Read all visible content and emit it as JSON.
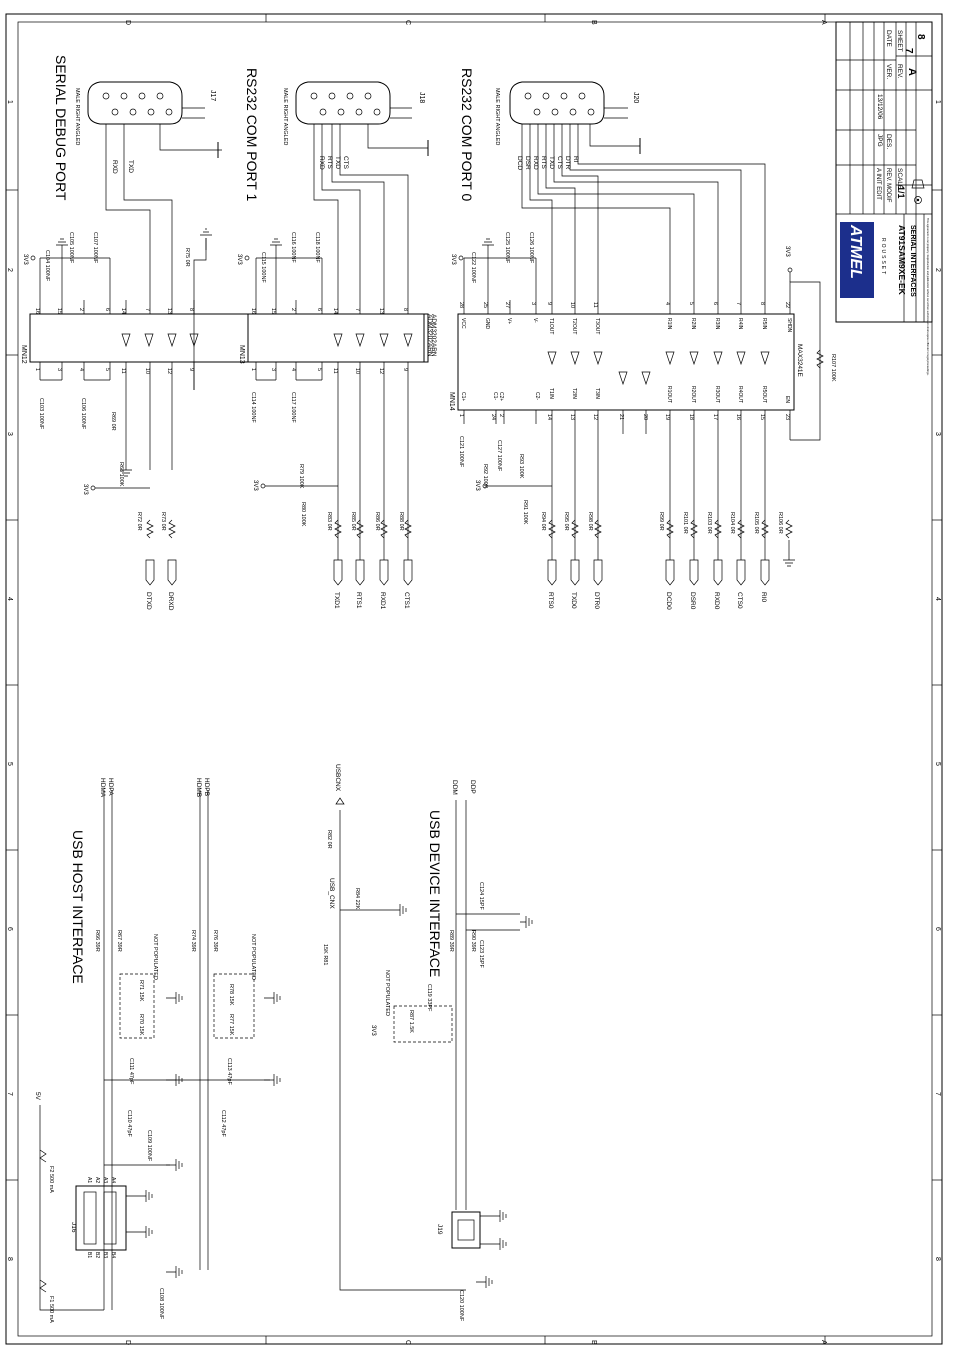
{
  "border": {
    "row_letters": [
      "D",
      "C",
      "B",
      "A"
    ],
    "col_numbers": [
      "1",
      "2",
      "3",
      "4",
      "5",
      "6",
      "7",
      "8"
    ]
  },
  "title_block": {
    "company": "ATMEL",
    "company_sub": "ROUSSET",
    "board": "AT91SAM9XE-EK",
    "sheet_title": "SERIAL INTERFACES",
    "rev_label": "REV.",
    "rev": "A",
    "date_label": "DATE",
    "date": "13/12/06",
    "sheet_label": "SHEET",
    "sheet": "7",
    "sheet_of": "8",
    "scale_label": "SCALE",
    "scale": "1/1",
    "ver_label": "VER.",
    "des_label": "DES.",
    "des": "JPG",
    "rev_modif_label": "REV. MODIF",
    "init_edit": "A INIT EDIT",
    "copyright": "This agreement is our property. Reproduction and publication without our written authorization shall expose offender to legal proceedings."
  },
  "sections": {
    "debug": "SERIAL DEBUG PORT",
    "com1": "RS232 COM PORT 1",
    "com0": "RS232 COM PORT 0",
    "usb_host": "USB HOST INTERFACE",
    "usb_device": "USB DEVICE INTERFACE"
  },
  "connectors": {
    "j17": "J17",
    "j18": "J18",
    "j20": "J20",
    "dsub_note": "MALE RIGHT ANGLED",
    "j16": "J16",
    "j19": "J19"
  },
  "ics": {
    "mn12": "MN12",
    "mn12_part": "ADM3202ARN",
    "mn13": "MN13",
    "mn13_part": "ADM3202ARN",
    "mn14": "MN14",
    "mn14_part": "MAX3241E"
  },
  "nets": {
    "dtxd": "DTXD",
    "drxd": "DRXD",
    "txd1": "TXD1",
    "rts1": "RTS1",
    "rxd1": "RXD1",
    "cts1": "CTS1",
    "rts0": "RTS0",
    "txd0": "TXD0",
    "dtr0": "DTR0",
    "dcd0": "DCD0",
    "dsr0": "DSR0",
    "rxd0": "RXD0",
    "cts0": "CTS0",
    "ri0": "RI0",
    "hdma": "HDMA",
    "hdpa": "HDPA",
    "hdmb": "HDMB",
    "hdpb": "HDPB",
    "usbcnx": "USBCNX",
    "usb_cnx": "USB_CNX",
    "ddm": "DDM",
    "ddp": "DDP",
    "v3v3": "3V3",
    "v5": "5V",
    "rxd": "RXD",
    "txd": "TXD"
  },
  "parts": {
    "c104": "C104 100NF",
    "c105": "C105 100NF",
    "c107": "C107 100NF",
    "c103": "C103 100NF",
    "c106": "C106 100NF",
    "r75": "R75 0R",
    "r69": "R69 0R",
    "r68": "R68 100K",
    "r72": "R72 0R",
    "r73": "R73 0R",
    "c115": "C115 100NF",
    "c116": "C116 100NF",
    "c118": "C118 100NF",
    "c114": "C114 100NF",
    "c117": "C117 100NF",
    "r79": "R79 100K",
    "r80": "R80 100K",
    "r83": "R83 0R",
    "r85": "R85 0R",
    "r86": "R86 0R",
    "r88": "R88 0R",
    "c122": "C122 100NF",
    "c125": "C125 100NF",
    "c126": "C126 100NF",
    "c121": "C121 100NF",
    "c127": "C127 100NF",
    "r92": "R92 100K",
    "r93": "R93 100K",
    "r91": "R91 100K",
    "r94": "R94 0R",
    "r95": "R95 0R",
    "r98": "R98 0R",
    "r99": "R99 0R",
    "r101": "R101 0R",
    "r103": "R103 0R",
    "r104": "R104 0R",
    "r105": "R105 0R",
    "r106": "R106 0R",
    "r107": "R107 100K",
    "r66": "R66 39R",
    "r67": "R67 39R",
    "r74": "R74 39R",
    "r76": "R76 39R",
    "r71": "R71 15K",
    "r70": "R70 15K",
    "r78": "R78 15K",
    "r77": "R77 15K",
    "c111": "C111 47pF",
    "c110": "C110 47pF",
    "c113": "C113 47pF",
    "c112": "C112 47pF",
    "c109": "C109 100NF",
    "c108": "C108 100NF",
    "f1": "F1 500 mA",
    "f2": "F2 500 mA",
    "r82": "R82 0R",
    "r84": "R84 22K",
    "r81": "15K R81",
    "r89": "R89 39R",
    "r90": "R90 39R",
    "c124": "C124 15PF",
    "c123": "C123 15PF",
    "c119": "C119 33PF",
    "r87": "R87 1.5K",
    "c120": "C120 100NF",
    "not_populated": "NOT POPULATED"
  },
  "pins": {
    "mn12_top": [
      "16",
      "15",
      "2",
      "6",
      "14",
      "7",
      "13",
      "8"
    ],
    "mn12_bottom": [
      "1",
      "3",
      "4",
      "5",
      "11",
      "10",
      "12",
      "9"
    ],
    "mn14_top": [
      "28",
      "25",
      "27",
      "3",
      "9",
      "10",
      "11",
      "4",
      "5",
      "6",
      "7",
      "8",
      "22"
    ],
    "mn14_bottom": [
      "1",
      "24",
      "2",
      "14",
      "13",
      "12",
      "21",
      "20",
      "19",
      "18",
      "17",
      "16",
      "15",
      "23"
    ],
    "mn14_top_labels": [
      "VCC",
      "GND",
      "V+",
      "V-",
      "T1OUT",
      "T2OUT",
      "T3OUT",
      "R1IN",
      "R2IN",
      "R3IN",
      "R4IN",
      "R5IN",
      "SHDN"
    ],
    "mn14_bottom_labels": [
      "C1+",
      "C1-",
      "C2+",
      "C2-",
      "T1IN",
      "T2IN",
      "T3IN",
      "R1OUT",
      "R2OUT",
      "R3OUT",
      "R4OUT",
      "R5OUT",
      "EN"
    ],
    "dsub_sigs_com0": [
      "DCD",
      "DSR",
      "RXD",
      "RTS",
      "TXD",
      "CTS",
      "DTR",
      "RI"
    ],
    "dsub_sigs_com1": [
      "RXD",
      "RTS",
      "TXD",
      "CTS"
    ],
    "usb_pins": [
      "A1",
      "A2",
      "A3",
      "A4",
      "B1",
      "B2",
      "B3",
      "B4"
    ]
  }
}
